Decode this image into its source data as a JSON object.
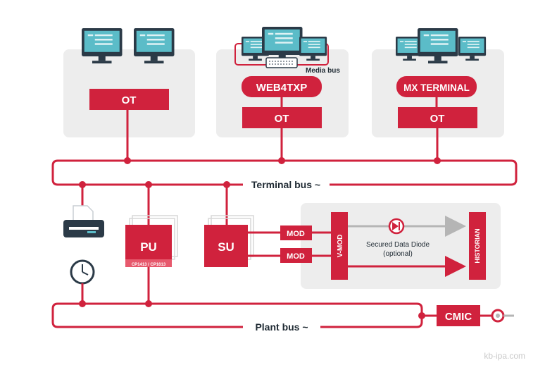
{
  "colors": {
    "accent": "#d0223d",
    "panel": "#ededed",
    "dark": "#2b3a47",
    "screen": "#5bbcc8",
    "gray_arrow": "#b5b5b5"
  },
  "workstations": {
    "left": {
      "ot_label": "OT"
    },
    "middle": {
      "ot_label": "OT",
      "app_label": "WEB4TXP",
      "media_bus_label": "Media bus"
    },
    "right": {
      "ot_label": "OT",
      "app_label": "MX TERMINAL"
    }
  },
  "buses": {
    "terminal_label": "Terminal bus ~",
    "plant_label": "Plant bus ~"
  },
  "units": {
    "pu_label": "PU",
    "pu_sublabel": "CP1413 / CP1613",
    "su_label": "SU",
    "mod1_label": "MOD",
    "mod2_label": "MOD",
    "vmod_label": "V-MOD",
    "historian_label": "HISTORIAN",
    "diode_label": "Secured Data Diode",
    "diode_sublabel": "(optional)",
    "cmic_label": "CMIC"
  },
  "icons": [
    "monitor-icon",
    "keyboard-icon",
    "printer-icon",
    "clock-icon",
    "diode-icon",
    "connector-icon"
  ],
  "watermark": "kb-ipa.com"
}
